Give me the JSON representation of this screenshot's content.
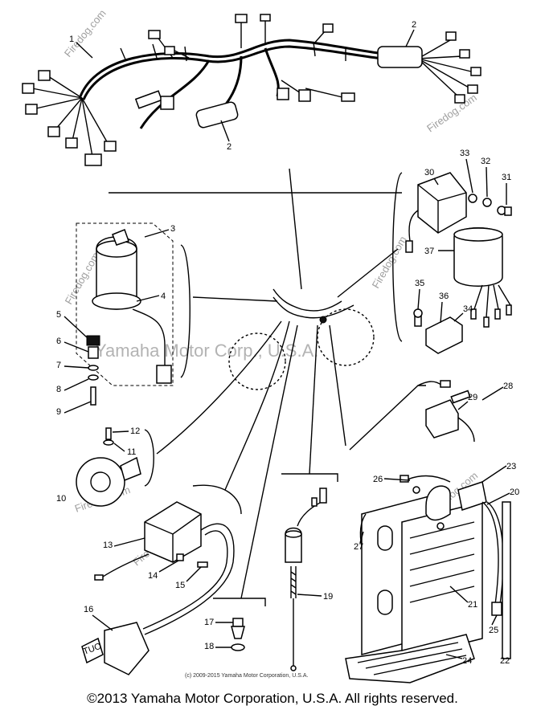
{
  "diagram": {
    "part_numbers": [
      "1",
      "2",
      "2",
      "3",
      "4",
      "5",
      "6",
      "7",
      "8",
      "9",
      "10",
      "11",
      "12",
      "13",
      "14",
      "15",
      "16",
      "17",
      "18",
      "19",
      "20",
      "21",
      "22",
      "23",
      "24",
      "25",
      "26",
      "27",
      "28",
      "29",
      "30",
      "31",
      "32",
      "33",
      "34",
      "35",
      "36",
      "37"
    ],
    "watermark_center": "Yamaha Motor Corp., U.S.A.",
    "watermark_brand": "Firedog.com",
    "connector_tag": "TUO"
  },
  "footer": {
    "source_line": "(c) 2009-2015 Yamaha Motor Corporation, U.S.A.",
    "copyright": "©2013 Yamaha Motor Corporation, U.S.A. All rights reserved."
  },
  "colors": {
    "ink": "#000000",
    "watermark": "#9a9a9a",
    "background": "#ffffff"
  }
}
